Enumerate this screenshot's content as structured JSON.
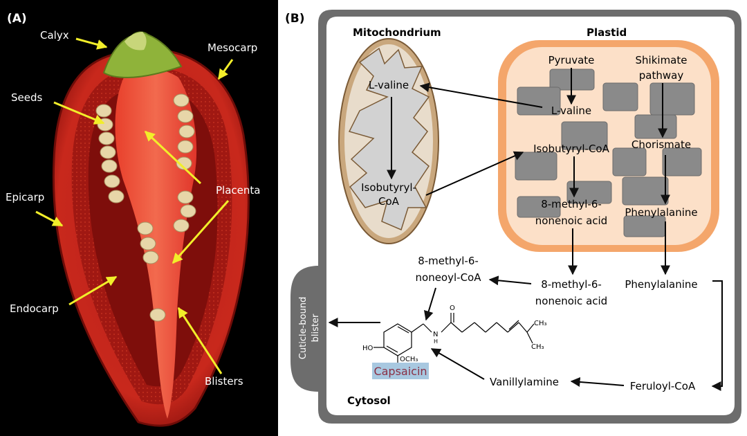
{
  "panel_a": {
    "tag": "(A)",
    "labels": {
      "calyx": "Calyx",
      "mesocarp": "Mesocarp",
      "seeds": "Seeds",
      "placenta": "Placenta",
      "epicarp": "Epicarp",
      "endocarp": "Endocarp",
      "blisters": "Blisters"
    }
  },
  "panel_b": {
    "tag": "(B)",
    "compartments": {
      "mitochondrion": "Mitochondrium",
      "plastid": "Plastid",
      "cytosol": "Cytosol",
      "blister_line1": "Cuticle-bound",
      "blister_line2": "blister"
    },
    "metabolites": {
      "mito_lvaline": "L-valine",
      "mito_isobutyryl_1": "Isobutyryl-",
      "mito_isobutyryl_2": "CoA",
      "pyruvate": "Pyruvate",
      "shikimate_1": "Shikimate",
      "shikimate_2": "pathway",
      "plastid_lvaline": "L-valine",
      "chorismate": "Chorismate",
      "plastid_isobutyryl": "Isobutyryl-CoA",
      "nonenoic_plastid_1": "8-methyl-6-",
      "nonenoic_plastid_2": "nonenoic acid",
      "phenylalanine_plastid": "Phenylalanine",
      "noneoyl_1": "8-methyl-6-",
      "noneoyl_2": "noneoyl-CoA",
      "nonenoic_cyto_1": "8-methyl-6-",
      "nonenoic_cyto_2": "nonenoic acid",
      "phenylalanine_cyto": "Phenylalanine",
      "feruloyl": "Feruloyl-CoA",
      "vanillylamine": "Vanillylamine",
      "capsaicin": "Capsaicin"
    },
    "structure_atoms": {
      "ho": "HO",
      "och3": "OCH₃",
      "n": "N",
      "h": "H",
      "o": "O",
      "ch3_a": "CH₃",
      "ch3_b": "CH₃"
    }
  }
}
